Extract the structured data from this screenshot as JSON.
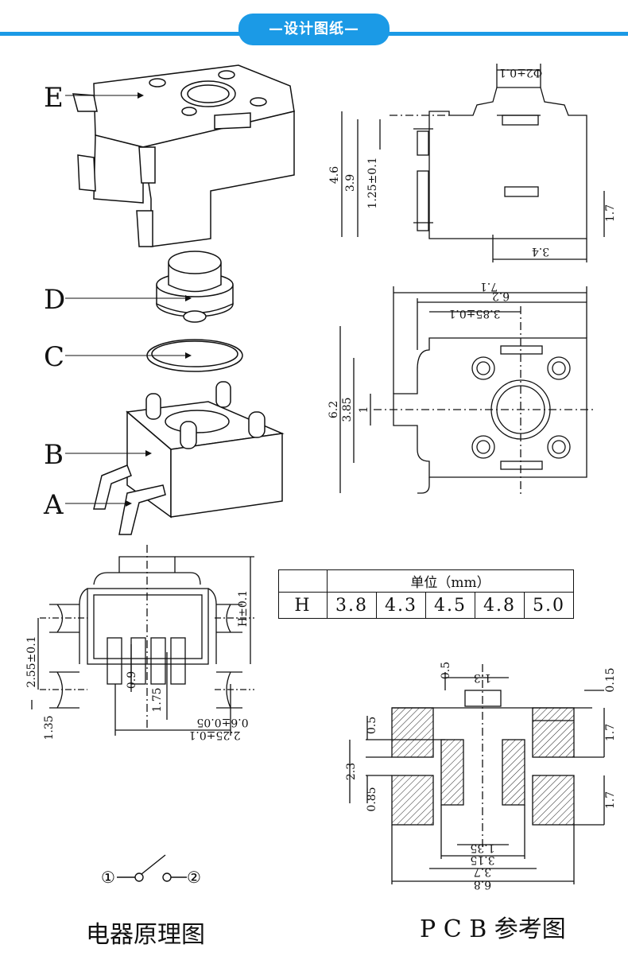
{
  "banner": {
    "title": "—设计图纸—"
  },
  "exploded_labels": [
    "E",
    "D",
    "C",
    "B",
    "A"
  ],
  "side_view_dims": {
    "top": "Φ2±0.1",
    "h1": "4.6",
    "h2": "3.9",
    "h3": "1.25±0.1",
    "right": "1.7",
    "bottom": "3.4"
  },
  "top_view_dims": {
    "w1": "7.1",
    "w2": "6.2",
    "w3": "3.85±0.1",
    "h1": "6.2",
    "h2": "3.85",
    "h3": "1"
  },
  "front_view_dims": {
    "h": "H±0.1",
    "left1": "2.55±0.1",
    "left2": "1.35",
    "pin1": "0.9",
    "pin2": "1.75",
    "b1": "0.6±0.05",
    "b2": "2.25±0.1"
  },
  "units_table": {
    "header": "单位（mm）",
    "row_label": "H",
    "values": [
      "3.8",
      "4.3",
      "4.5",
      "4.8",
      "5.0"
    ]
  },
  "pcb_dims": {
    "t1": "0.5",
    "t2": "1.3",
    "t3": "0.15",
    "l1": "0.5",
    "l2": "2.3",
    "l3": "0.85",
    "r1": "1.7",
    "r2": "1.7",
    "b1": "1.35",
    "b2": "3.15",
    "b3": "3.7",
    "b4": "6.8"
  },
  "schematic": {
    "node1": "①",
    "node2": "②",
    "caption": "电器原理图"
  },
  "pcb_caption": "P C B 参考图"
}
